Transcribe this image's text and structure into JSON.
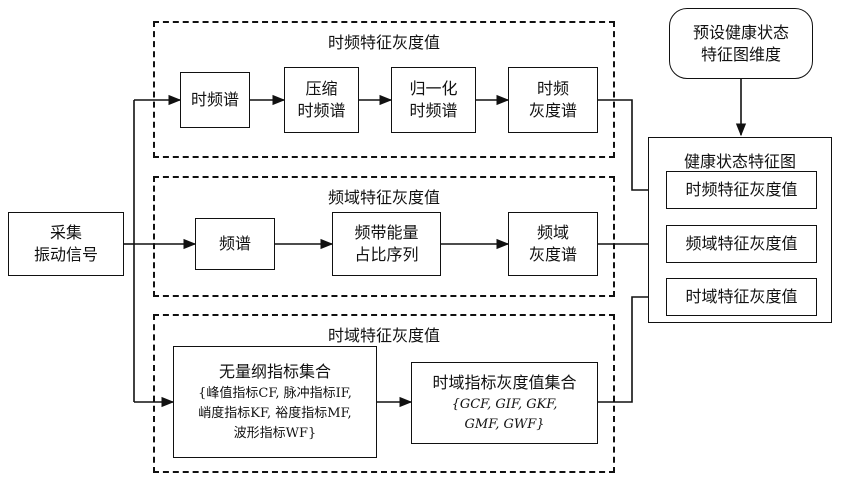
{
  "source": {
    "line1": "采集",
    "line2": "振动信号"
  },
  "preset": {
    "line1": "预设健康状态",
    "line2": "特征图维度"
  },
  "tf_region": {
    "title": "时频特征灰度值",
    "b1": "时频谱",
    "b2_l1": "压缩",
    "b2_l2": "时频谱",
    "b3_l1": "归一化",
    "b3_l2": "时频谱",
    "b4_l1": "时频",
    "b4_l2": "灰度谱"
  },
  "fd_region": {
    "title": "频域特征灰度值",
    "b1": "频谱",
    "b2_l1": "频带能量",
    "b2_l2": "占比序列",
    "b3_l1": "频域",
    "b3_l2": "灰度谱"
  },
  "td_region": {
    "title": "时域特征灰度值",
    "b1_title": "无量纲指标集合",
    "b1_l1": "{峰值指标CF, 脉冲指标IF,",
    "b1_l2": "峭度指标KF, 裕度指标MF,",
    "b1_l3": "波形指标WF}",
    "b2_title": "时域指标灰度值集合",
    "b2_l1": "{GCF, GIF, GKF,",
    "b2_l2": "GMF, GWF}"
  },
  "output": {
    "title": "健康状态特征图",
    "item1": "时频特征灰度值",
    "item2": "频域特征灰度值",
    "item3": "时域特征灰度值"
  }
}
